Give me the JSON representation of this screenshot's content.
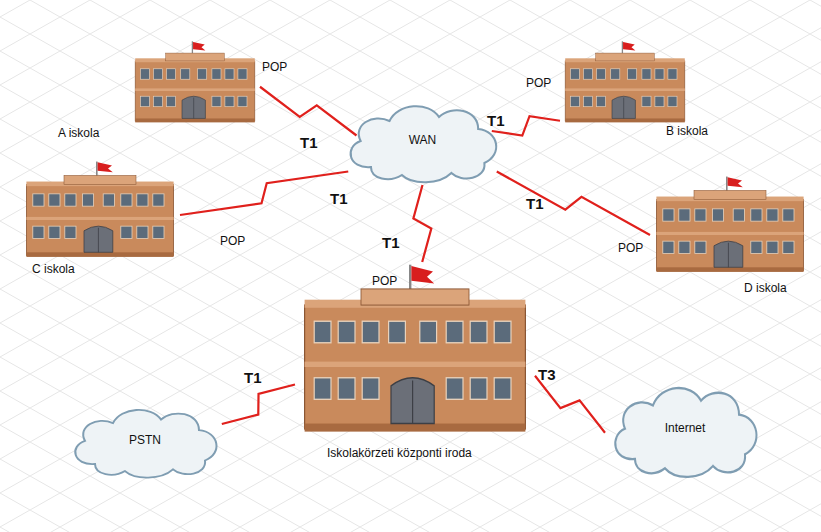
{
  "diagram": {
    "nodes": [
      {
        "text": [
          "A iskola"
        ]
      },
      {
        "text": [
          "B iskola"
        ]
      },
      {
        "text": [
          "WAN"
        ]
      },
      {
        "text": [
          "C iskola"
        ]
      },
      {
        "text": [
          "D iskola"
        ]
      },
      {
        "text": [
          "Iskolakörzeti központi iroda"
        ]
      },
      {
        "text": [
          "PSTN"
        ]
      },
      {
        "text": [
          "Internet"
        ]
      }
    ],
    "edges": [
      {
        "from": 0,
        "to": 2,
        "label": "T1",
        "arrow": "none"
      },
      {
        "from": 1,
        "to": 2,
        "label": "T1",
        "arrow": "none"
      },
      {
        "from": 3,
        "to": 2,
        "label": "T1",
        "arrow": "none"
      },
      {
        "from": 4,
        "to": 2,
        "label": "T1",
        "arrow": "none"
      },
      {
        "from": 2,
        "to": 5,
        "label": "T1",
        "arrow": "none"
      },
      {
        "from": 6,
        "to": 5,
        "label": "T1",
        "arrow": "none"
      },
      {
        "from": 5,
        "to": 7,
        "label": "T3",
        "arrow": "none"
      }
    ],
    "labels": [
      "POP",
      "POP",
      "POP",
      "POP",
      "POP"
    ]
  }
}
